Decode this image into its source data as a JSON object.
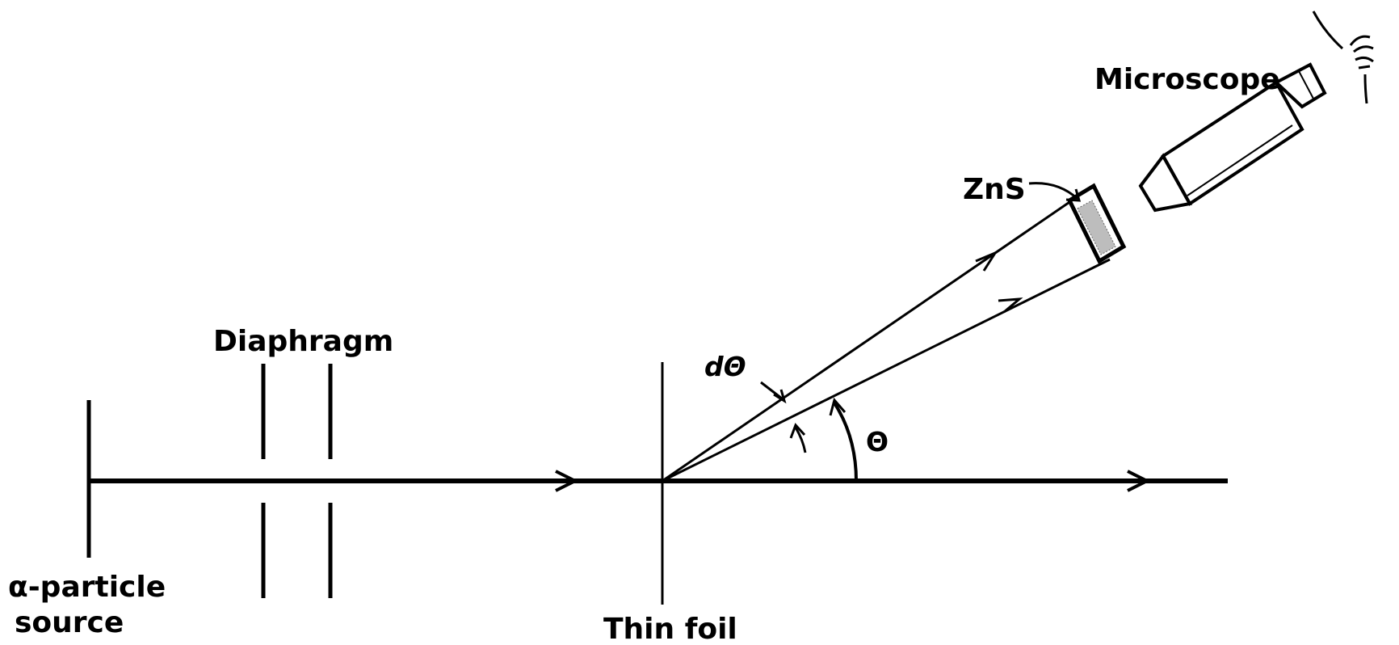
{
  "labels": {
    "source_line1": "α-particle",
    "source_line2": "source",
    "diaphragm": "Diaphragm",
    "thin_foil": "Thin foil",
    "d_theta": "dΘ",
    "theta": "Θ",
    "zns": "ZnS",
    "microscope": "Microscope"
  },
  "colors": {
    "ink": "#000000",
    "background": "#ffffff"
  },
  "icons": {
    "eye": "eye-icon"
  }
}
